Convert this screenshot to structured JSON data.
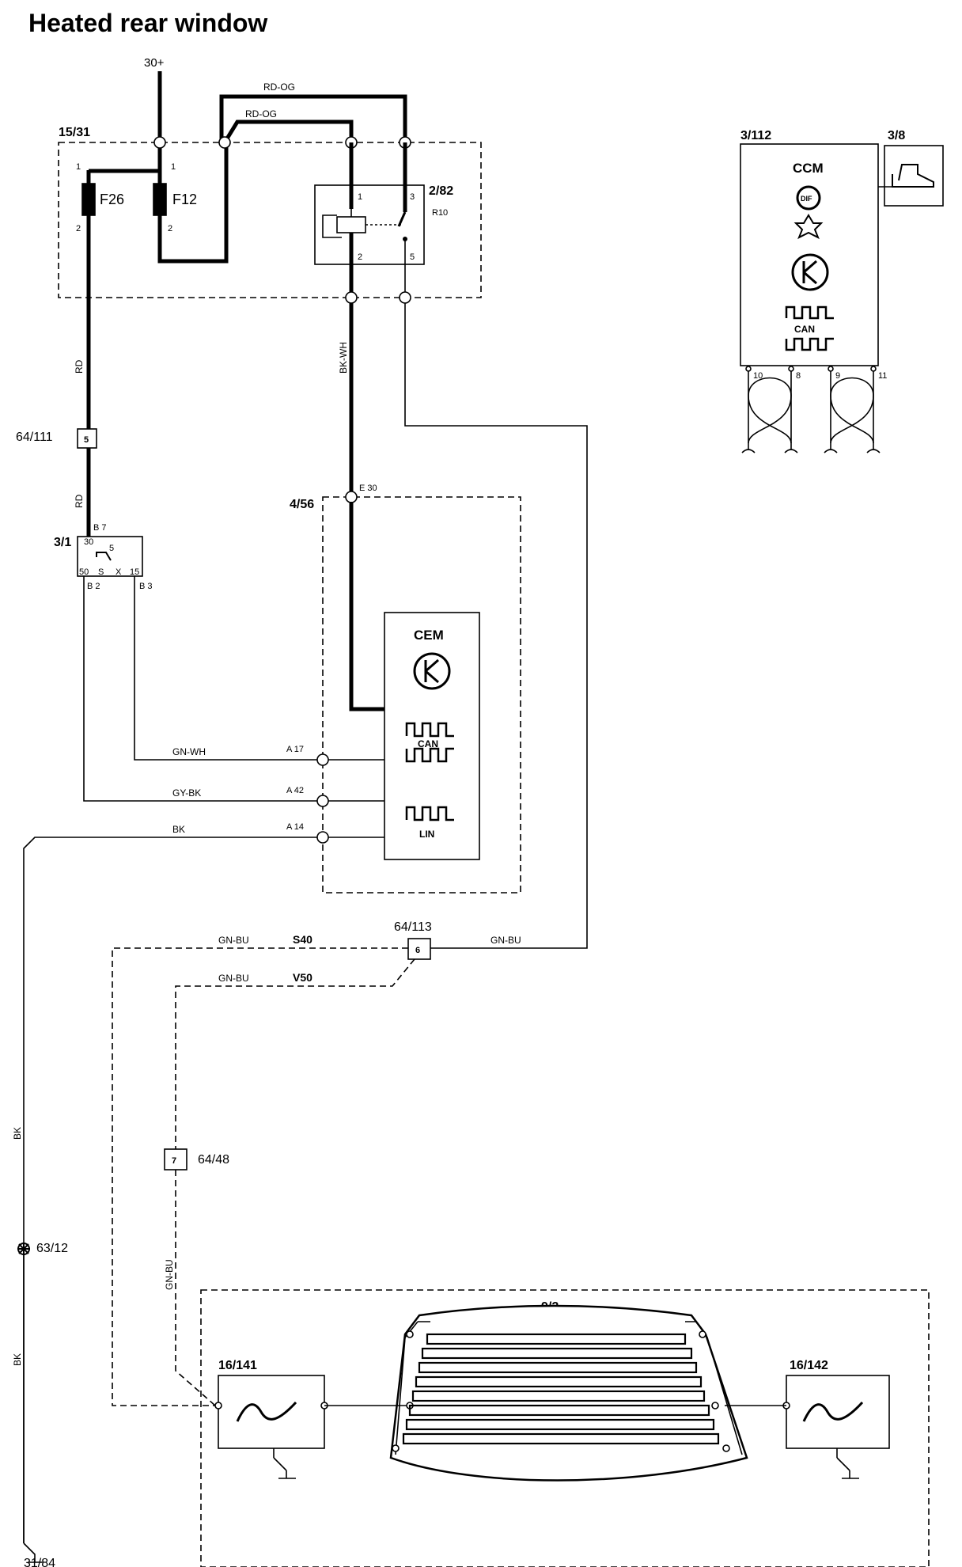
{
  "title": "Heated rear window",
  "supply": "30+",
  "components": {
    "central_electrical_unit": "15/31",
    "fuse_f26": "F26",
    "fuse_f12": "F12",
    "relay": "2/82",
    "relay_id": "R10",
    "connector_64_111": "64/111",
    "connector_64_111_pin": "5",
    "ignition_switch": "3/1",
    "cem_unit": "4/56",
    "cem_label": "CEM",
    "ccm_unit": "3/112",
    "ccm_label": "CCM",
    "ccm_switch": "3/8",
    "connector_64_113": "64/113",
    "connector_64_113_pin": "6",
    "connector_64_48": "64/48",
    "connector_64_48_pin": "7",
    "ground_point_63_12": "63/12",
    "ground_31_84": "31/84",
    "rear_window": "9/2",
    "suppressor_left": "16/141",
    "suppressor_right": "16/142",
    "can_label": "CAN",
    "lin_label": "LIN",
    "ccm_icon_label": "DIF"
  },
  "wires": {
    "rd_og": "RD-OG",
    "rd": "RD",
    "bk_wh": "BK-WH",
    "gn_wh": "GN-WH",
    "gy_bk": "GY-BK",
    "bk": "BK",
    "gn_bu": "GN-BU"
  },
  "variants": {
    "s40": "S40",
    "v50": "V50"
  },
  "pins": {
    "fuse_in": "1",
    "fuse_out": "2",
    "relay_1": "1",
    "relay_2": "2",
    "relay_3": "3",
    "relay_5": "5",
    "switch_b7": "B 7",
    "switch_30": "30",
    "switch_5": "5",
    "switch_50": "50",
    "switch_s": "S",
    "switch_x": "X",
    "switch_15": "15",
    "switch_b2": "B 2",
    "switch_b3": "B 3",
    "cem_e30": "E 30",
    "cem_a17": "A 17",
    "cem_a42": "A 42",
    "cem_a14": "A 14",
    "ccm_10": "10",
    "ccm_8": "8",
    "ccm_9": "9",
    "ccm_11": "11"
  }
}
